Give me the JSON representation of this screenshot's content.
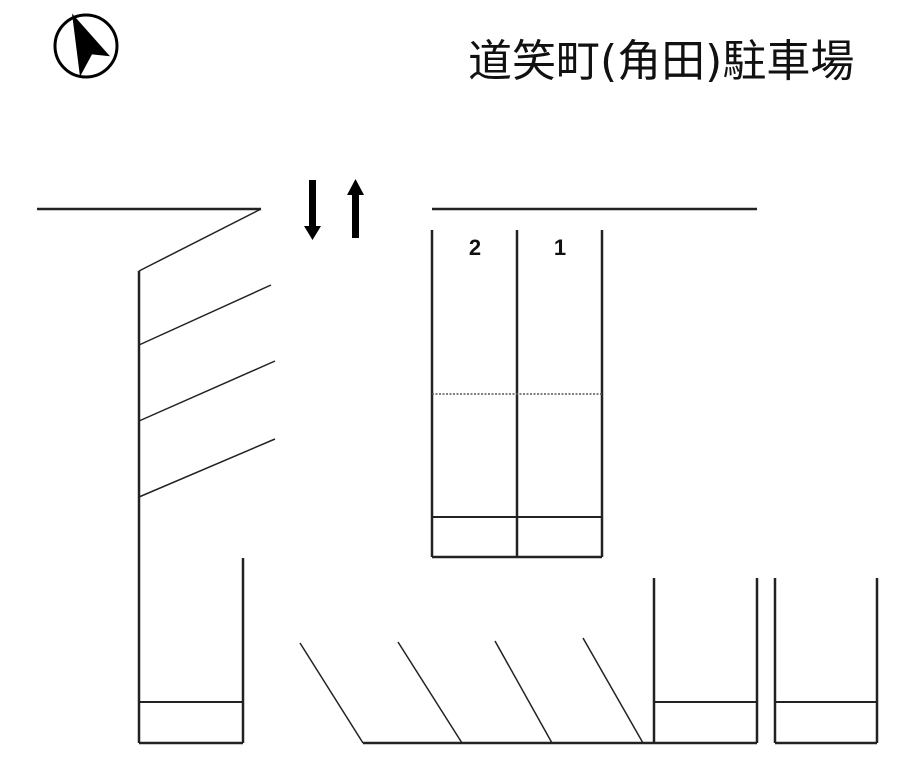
{
  "header": {
    "title": "道笑町(角田)駐車場"
  },
  "compass": {
    "icon": "north-arrow-icon",
    "color": "#000000"
  },
  "traffic": {
    "icon_down": "arrow-down-icon",
    "icon_up": "arrow-up-icon",
    "meaning": "two-way"
  },
  "parking_spaces": [
    {
      "number": "2"
    },
    {
      "number": "1"
    }
  ],
  "colors": {
    "line": "#222222",
    "background": "#ffffff",
    "dotted_line": "#555555"
  }
}
